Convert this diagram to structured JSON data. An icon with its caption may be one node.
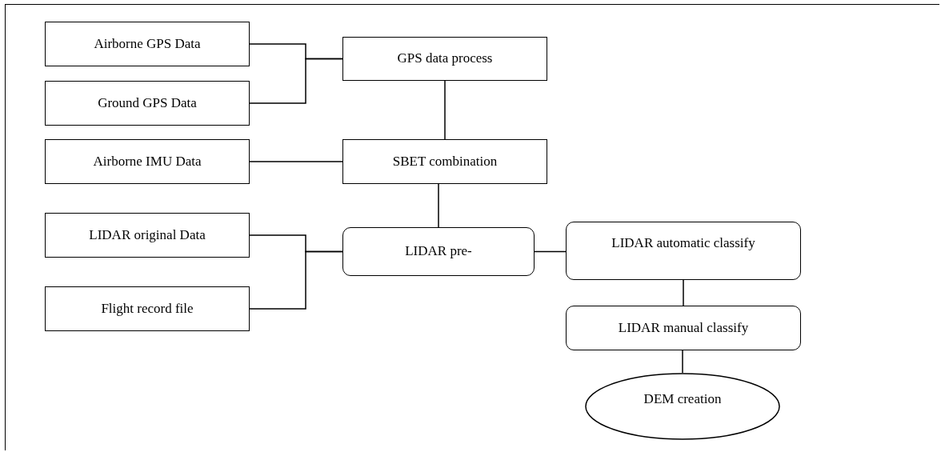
{
  "diagram": {
    "nodes": [
      {
        "text": [
          "Airborne GPS Data"
        ]
      },
      {
        "text": [
          "Ground GPS Data"
        ]
      },
      {
        "text": [
          "GPS data process"
        ]
      },
      {
        "text": [
          "Airborne IMU Data"
        ]
      },
      {
        "text": [
          "SBET combination"
        ]
      },
      {
        "text": [
          "LIDAR original Data"
        ]
      },
      {
        "text": [
          "Flight record file"
        ]
      },
      {
        "text": [
          "LIDAR pre-"
        ]
      },
      {
        "text": [
          "LIDAR automatic classify"
        ]
      },
      {
        "text": [
          "LIDAR manual classify"
        ]
      },
      {
        "text": [
          "DEM creation"
        ]
      }
    ],
    "edges": [
      {
        "from": 0,
        "to": 2,
        "arrow": "none"
      },
      {
        "from": 1,
        "to": 2,
        "arrow": "none"
      },
      {
        "from": 2,
        "to": 4,
        "arrow": "none"
      },
      {
        "from": 3,
        "to": 4,
        "arrow": "none"
      },
      {
        "from": 4,
        "to": 7,
        "arrow": "none"
      },
      {
        "from": 5,
        "to": 7,
        "arrow": "none"
      },
      {
        "from": 6,
        "to": 7,
        "arrow": "none"
      },
      {
        "from": 7,
        "to": 8,
        "arrow": "none"
      },
      {
        "from": 8,
        "to": 9,
        "arrow": "none"
      },
      {
        "from": 9,
        "to": 10,
        "arrow": "none"
      }
    ]
  }
}
